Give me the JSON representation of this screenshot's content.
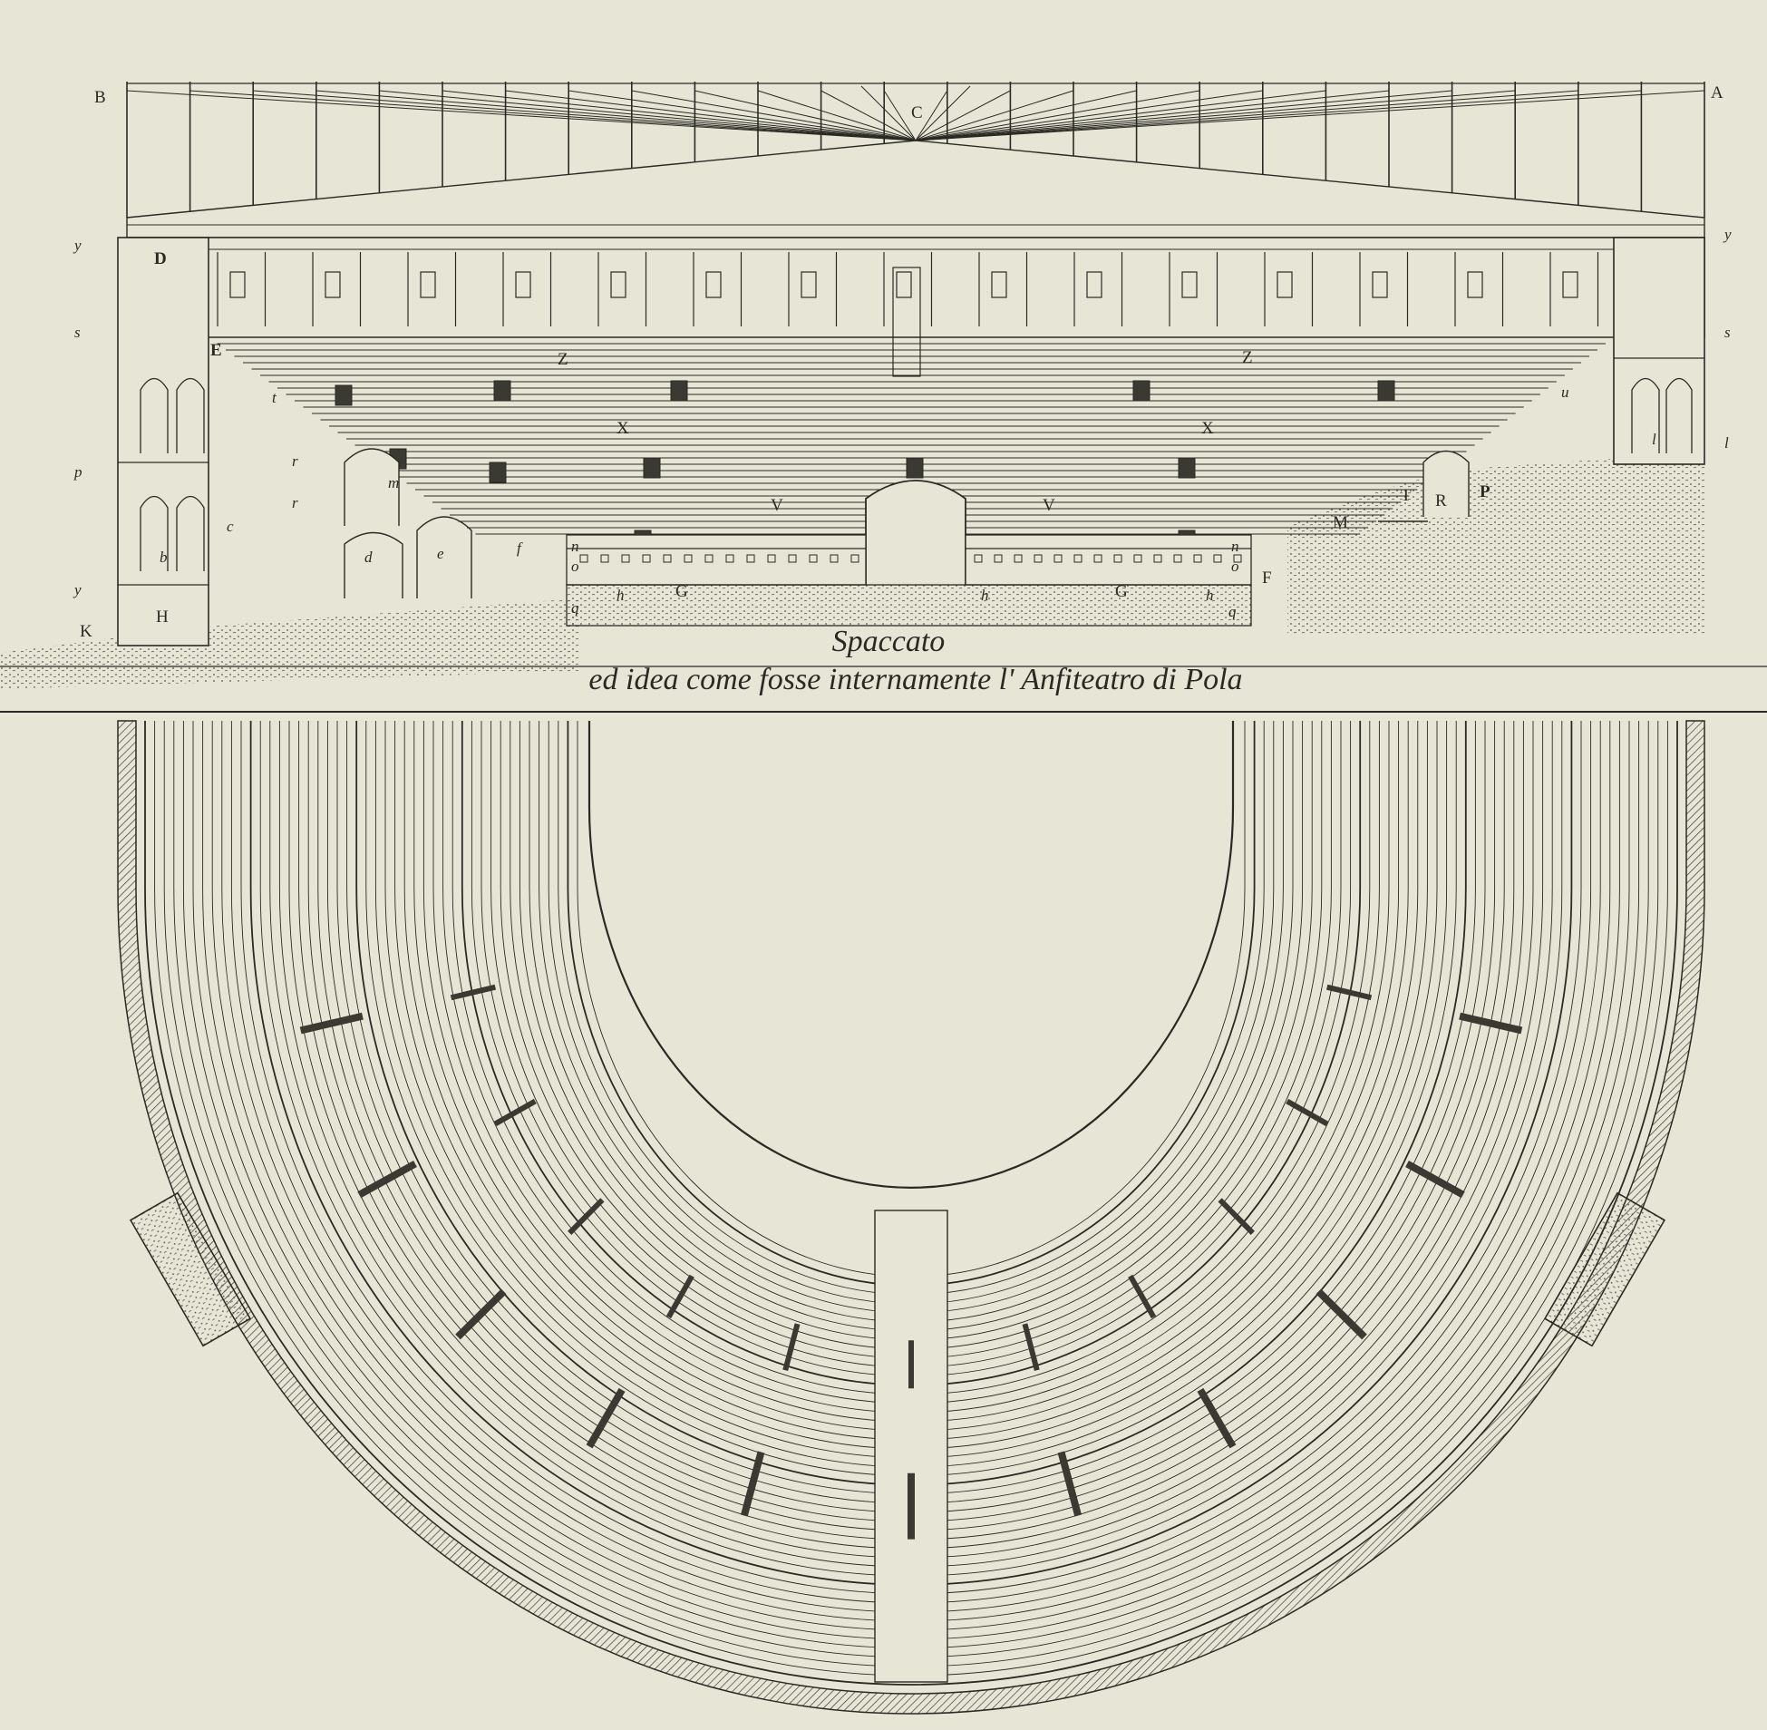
{
  "caption": {
    "line1": "Spaccato",
    "line2": "ed idea come fosse internamente l' Anfiteatro di Pola"
  },
  "section_labels": {
    "A": "A",
    "B": "B",
    "C": "C",
    "D": "D",
    "E": "E",
    "F": "F",
    "G": "G",
    "H": "H",
    "K": "K",
    "M": "M",
    "P": "P",
    "R": "R",
    "T": "T",
    "V": "V",
    "X": "X",
    "Z": "Z",
    "b": "b",
    "c": "c",
    "d": "d",
    "e": "e",
    "f": "f",
    "h": "h",
    "l": "l",
    "m": "m",
    "n": "n",
    "o": "o",
    "p": "p",
    "q": "q",
    "r": "r",
    "s": "s",
    "t": "t",
    "u": "u",
    "y": "y"
  },
  "colors": {
    "paper": "#e7e6d6",
    "ink": "#2a2a24",
    "hatch": "#3b3a32"
  }
}
